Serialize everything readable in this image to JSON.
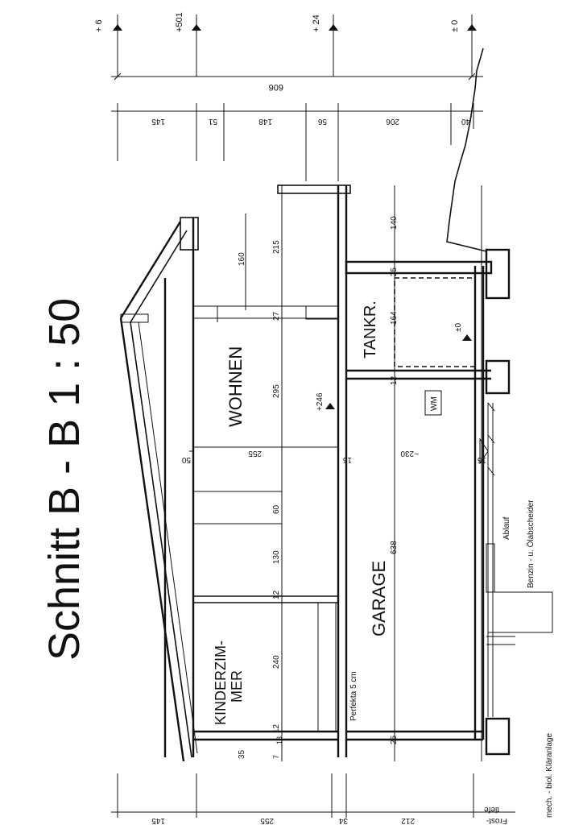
{
  "title": "Schnitt  B - B   1 : 50",
  "rooms": {
    "wohnen": "WOHNEN",
    "kinderzimmer_line1": "KINDERZIM-",
    "kinderzimmer_line2": "MER",
    "garage": "GARAGE",
    "tankraum": "TANKR."
  },
  "elevations": {
    "top_a": "+ 6",
    "top_b": "+501",
    "top_c": "+ 24",
    "top_d": "± 0",
    "inner_246": "+246",
    "tank_zero": "±0"
  },
  "dims": {
    "overall": "606",
    "upper_chain": [
      "145",
      "51",
      "148",
      "56",
      "206",
      "40"
    ],
    "lower_chain": [
      "145",
      "255",
      "34",
      "212",
      "tiefe"
    ],
    "vertical_main": [
      "215",
      "27",
      "295",
      "16",
      "255",
      "60",
      "130",
      "12",
      "240",
      "12",
      "13",
      "7"
    ],
    "garage_chain": [
      "140",
      "25",
      "164",
      "12",
      "~230",
      "15",
      "638",
      "25"
    ],
    "balcony": "160",
    "sill": "35",
    "lower_50": "50"
  },
  "labels": {
    "perfekta": "Perfekta 5 cm",
    "wm": "WM",
    "ablauf": "Ablauf",
    "benzin": "Benzin - u. Ölabscheider",
    "klaer": "mech. - biol. Kläranlage",
    "frost": "Frost-"
  }
}
